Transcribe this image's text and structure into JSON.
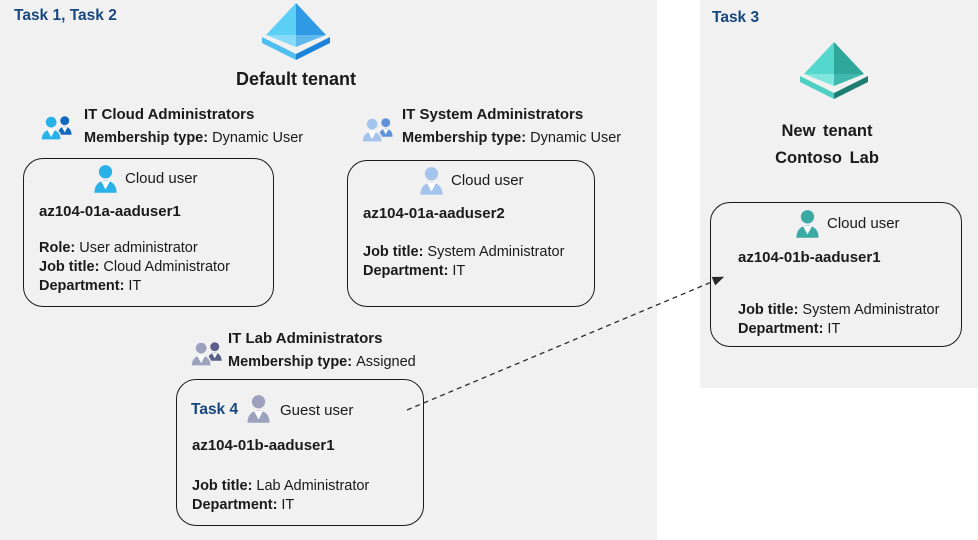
{
  "colors": {
    "panel_bg": "#f1f1f2",
    "task_blue": "#17477e",
    "card_border": "#1a1a1a",
    "arrow": "#2b2b2b",
    "cyan_user": "#29b2e8",
    "cyan_user_back": "#1467be",
    "periwinkle_user": "#a5c4ec",
    "periwinkle_user_back": "#5f92d8",
    "slate_user": "#9ca2be",
    "slate_user_back": "#5a6087",
    "teal_user": "#3baaa4",
    "aad_tl": "#5ccff5",
    "aad_tr": "#2e9ae3",
    "aad_bl": "#86dbf8",
    "aad_br": "#5fb9ec",
    "aad_rim_l": "#4fbff2",
    "aad_rim_r": "#1b84d8",
    "ten_tl": "#54d8ce",
    "ten_tr": "#2ea79a",
    "ten_bl": "#7fe6dd",
    "ten_br": "#3fb9ad",
    "ten_rim_l": "#4ecfc4",
    "ten_rim_r": "#1f7e72"
  },
  "left_panel": {
    "task_label": "Task 1, Task 2",
    "tenant_title": "Default tenant",
    "groups": [
      {
        "title": "IT Cloud Administrators",
        "membership_label": "Membership type:",
        "membership_value": "Dynamic User"
      },
      {
        "title": "IT System Administrators",
        "membership_label": "Membership type:",
        "membership_value": "Dynamic User"
      },
      {
        "title": "IT Lab Administrators",
        "membership_label": "Membership type:",
        "membership_value": "Assigned"
      }
    ],
    "cards": [
      {
        "user_type": "Cloud user",
        "name": "az104-01a-aaduser1",
        "fields": [
          {
            "label": "Role:",
            "value": "User administrator"
          },
          {
            "label": "Job title:",
            "value": "Cloud Administrator"
          },
          {
            "label": "Department:",
            "value": "IT"
          }
        ]
      },
      {
        "user_type": "Cloud user",
        "name": "az104-01a-aaduser2",
        "fields": [
          {
            "label": "Job title:",
            "value": "System Administrator"
          },
          {
            "label": "Department:",
            "value": "IT"
          }
        ]
      },
      {
        "task_label": "Task 4",
        "user_type": "Guest user",
        "name": "az104-01b-aaduser1",
        "fields": [
          {
            "label": "Job title:",
            "value": "Lab Administrator"
          },
          {
            "label": "Department:",
            "value": "IT"
          }
        ]
      }
    ]
  },
  "right_panel": {
    "task_label": "Task 3",
    "tenant_title_line1": "New tenant",
    "tenant_title_line2": "Contoso Lab",
    "card": {
      "user_type": "Cloud user",
      "name": "az104-01b-aaduser1",
      "fields": [
        {
          "label": "Job title:",
          "value": "System Administrator"
        },
        {
          "label": "Department:",
          "value": "IT"
        }
      ]
    }
  }
}
